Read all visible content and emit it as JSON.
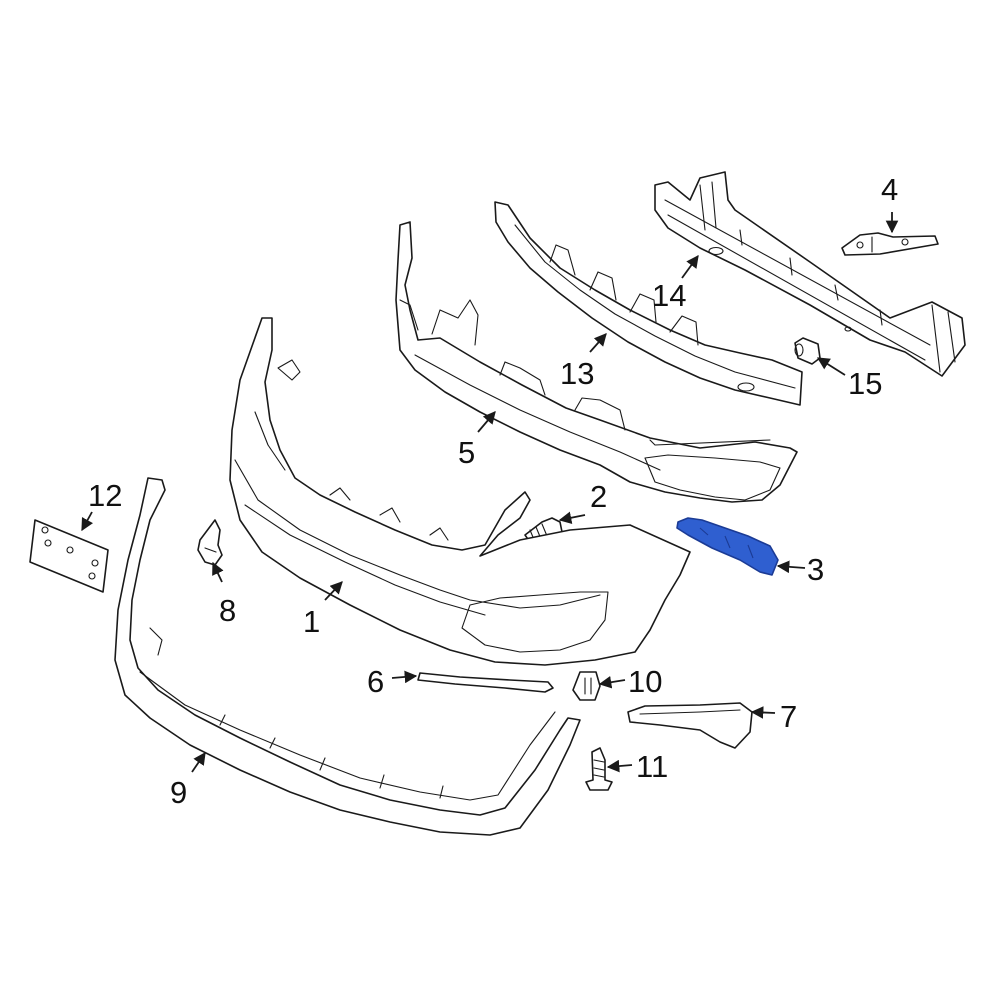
{
  "colors": {
    "line": "#1a1a1a",
    "highlight_fill": "#2f5fd0",
    "highlight_stroke": "#1b3b95",
    "background": "#ffffff"
  },
  "highlighted_part": "3",
  "callouts": [
    {
      "id": "c1",
      "label": "1"
    },
    {
      "id": "c2",
      "label": "2"
    },
    {
      "id": "c3",
      "label": "3"
    },
    {
      "id": "c4",
      "label": "4"
    },
    {
      "id": "c5",
      "label": "5"
    },
    {
      "id": "c6",
      "label": "6"
    },
    {
      "id": "c7",
      "label": "7"
    },
    {
      "id": "c8",
      "label": "8"
    },
    {
      "id": "c9",
      "label": "9"
    },
    {
      "id": "c10",
      "label": "10"
    },
    {
      "id": "c11",
      "label": "11"
    },
    {
      "id": "c12",
      "label": "12"
    },
    {
      "id": "c13",
      "label": "13"
    },
    {
      "id": "c14",
      "label": "14"
    },
    {
      "id": "c15",
      "label": "15"
    }
  ]
}
